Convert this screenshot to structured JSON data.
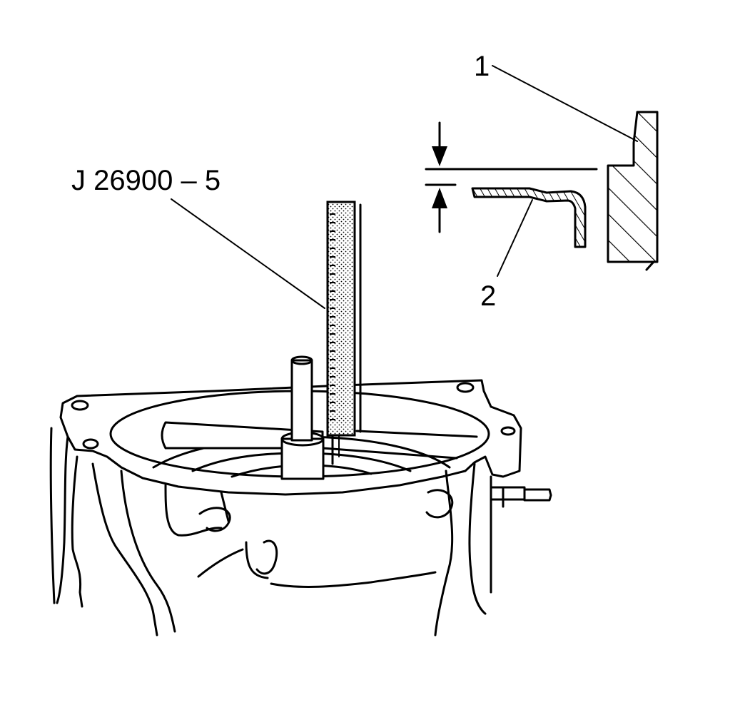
{
  "diagram": {
    "tool_label": "J 26900 – 5",
    "callouts": [
      {
        "number": "1"
      },
      {
        "number": "2"
      }
    ]
  }
}
